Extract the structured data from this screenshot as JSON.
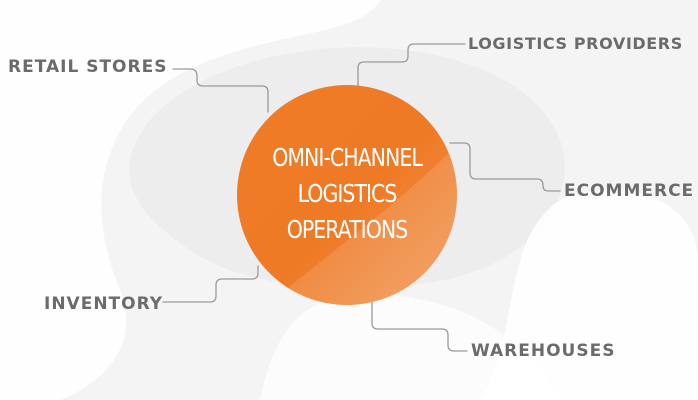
{
  "hub": {
    "lines": [
      "OMNI-CHANNEL",
      "LOGISTICS",
      "OPERATIONS"
    ]
  },
  "nodes": {
    "retail_stores": "RETAIL STORES",
    "logistics_providers": "LOGISTICS PROVIDERS",
    "ecommerce": "ECOMMERCE",
    "inventory": "INVENTORY",
    "warehouses": "WAREHOUSES"
  },
  "colors": {
    "hub": "#ef7a26",
    "text": "#6b6b6b",
    "connector": "#9a9a9a",
    "background": "#f4f4f4"
  }
}
